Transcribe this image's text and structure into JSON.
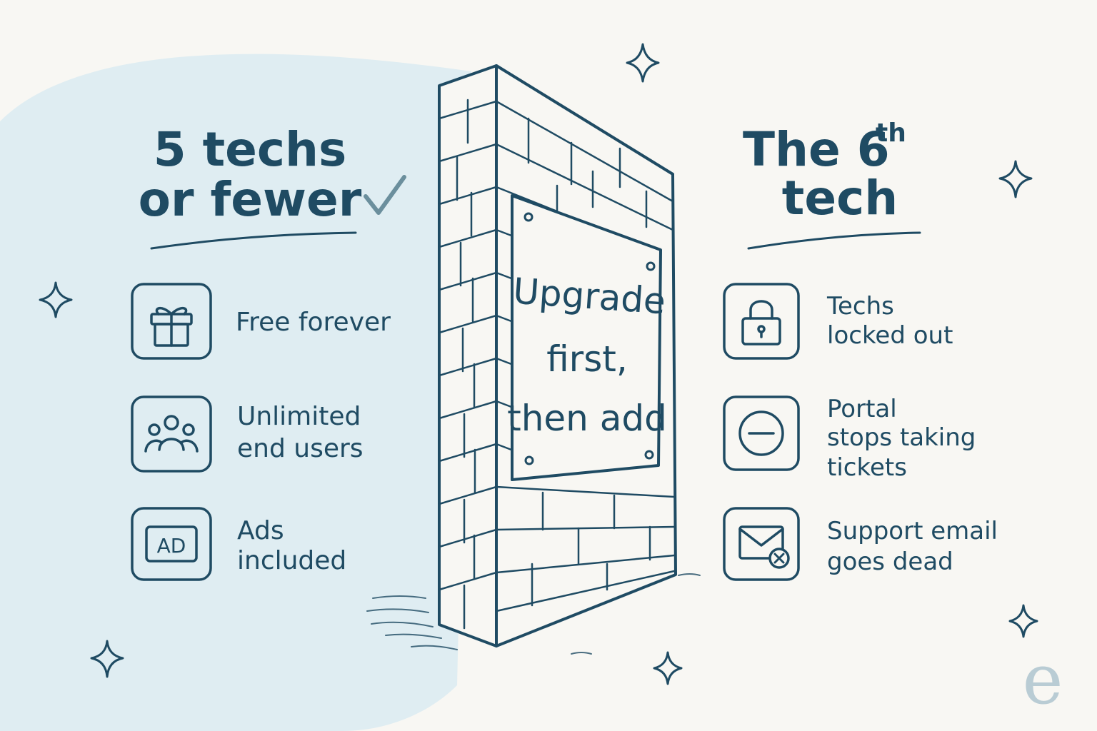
{
  "left": {
    "heading_line1": "5 techs",
    "heading_line2": "or fewer",
    "heading_icon": "check-icon",
    "items": [
      {
        "icon": "gift-icon",
        "line1": "Free forever",
        "line2": ""
      },
      {
        "icon": "users-icon",
        "line1": "Unlimited",
        "line2": "end users"
      },
      {
        "icon": "ad-icon",
        "line1": "Ads",
        "line2": "included",
        "icon_text": "AD"
      }
    ]
  },
  "wall": {
    "sign_line1": "Upgrade",
    "sign_line2": "first,",
    "sign_line3": "then add"
  },
  "right": {
    "heading_line1": "The 6",
    "heading_sup": "th",
    "heading_line2": "tech",
    "items": [
      {
        "icon": "lock-icon",
        "line1": "Techs",
        "line2": "locked out",
        "line3": ""
      },
      {
        "icon": "minus-circle-icon",
        "line1": "Portal",
        "line2": "stops taking",
        "line3": "tickets"
      },
      {
        "icon": "mail-error-icon",
        "line1": "Support email",
        "line2": "goes dead",
        "line3": ""
      }
    ]
  },
  "logo": {
    "icon": "e-logo-icon",
    "letter": "e"
  },
  "colors": {
    "ink": "#1f4b63",
    "background": "#f8f7f3",
    "left_panel": "#dfedf2",
    "check": "#6b8f9d"
  }
}
